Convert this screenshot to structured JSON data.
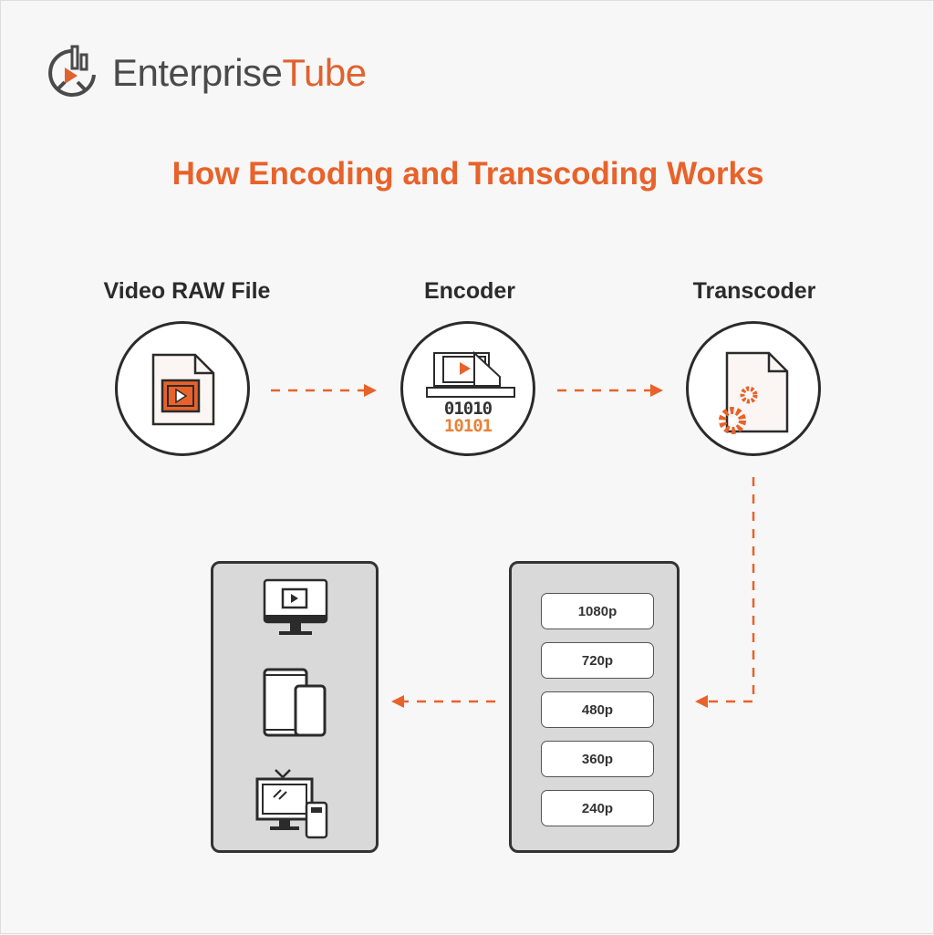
{
  "logo": {
    "name_part1": "Enterprise",
    "name_part2": "Tube"
  },
  "title": "How Encoding and Transcoding Works",
  "steps": [
    {
      "label": "Video RAW File"
    },
    {
      "label": "Encoder"
    },
    {
      "label": "Transcoder"
    }
  ],
  "encoder_bits": {
    "row1": "01010",
    "row2": "10101"
  },
  "resolutions": [
    "1080p",
    "720p",
    "480p",
    "360p",
    "240p"
  ],
  "colors": {
    "accent": "#e8622a",
    "dark": "#2b2b2b",
    "panel": "#d9d9d9"
  }
}
